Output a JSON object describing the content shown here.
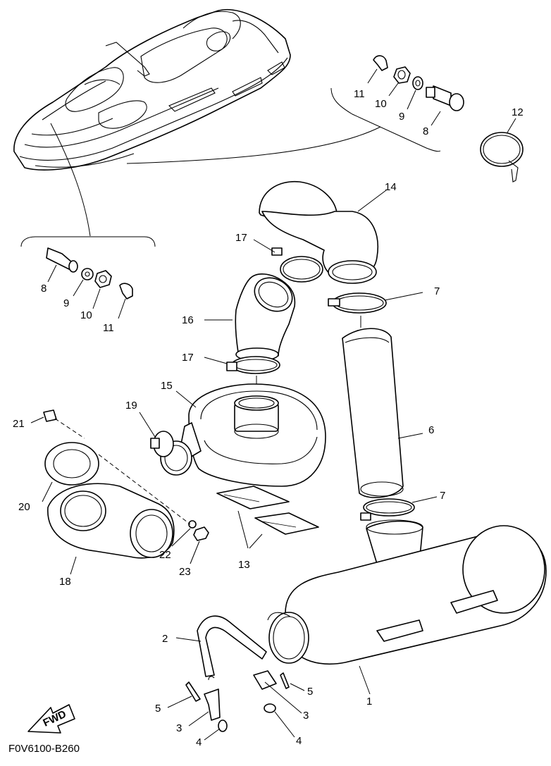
{
  "diagram": {
    "figure_code": "F0V6100-B260",
    "direction_badge": "FWD",
    "callouts": [
      {
        "id": "c1",
        "number": "1"
      },
      {
        "id": "c2",
        "number": "2"
      },
      {
        "id": "c3a",
        "number": "3"
      },
      {
        "id": "c3b",
        "number": "3"
      },
      {
        "id": "c4a",
        "number": "4"
      },
      {
        "id": "c4b",
        "number": "4"
      },
      {
        "id": "c5a",
        "number": "5"
      },
      {
        "id": "c5b",
        "number": "5"
      },
      {
        "id": "c6",
        "number": "6"
      },
      {
        "id": "c7a",
        "number": "7"
      },
      {
        "id": "c7b",
        "number": "7"
      },
      {
        "id": "c8a",
        "number": "8"
      },
      {
        "id": "c8b",
        "number": "8"
      },
      {
        "id": "c9a",
        "number": "9"
      },
      {
        "id": "c9b",
        "number": "9"
      },
      {
        "id": "c10a",
        "number": "10"
      },
      {
        "id": "c10b",
        "number": "10"
      },
      {
        "id": "c11a",
        "number": "11"
      },
      {
        "id": "c11b",
        "number": "11"
      },
      {
        "id": "c12",
        "number": "12"
      },
      {
        "id": "c13",
        "number": "13"
      },
      {
        "id": "c14",
        "number": "14"
      },
      {
        "id": "c15",
        "number": "15"
      },
      {
        "id": "c16",
        "number": "16"
      },
      {
        "id": "c17a",
        "number": "17"
      },
      {
        "id": "c17b",
        "number": "17"
      },
      {
        "id": "c18",
        "number": "18"
      },
      {
        "id": "c19",
        "number": "19"
      },
      {
        "id": "c20",
        "number": "20"
      },
      {
        "id": "c21",
        "number": "21"
      },
      {
        "id": "c22",
        "number": "22"
      },
      {
        "id": "c23",
        "number": "23"
      }
    ]
  }
}
